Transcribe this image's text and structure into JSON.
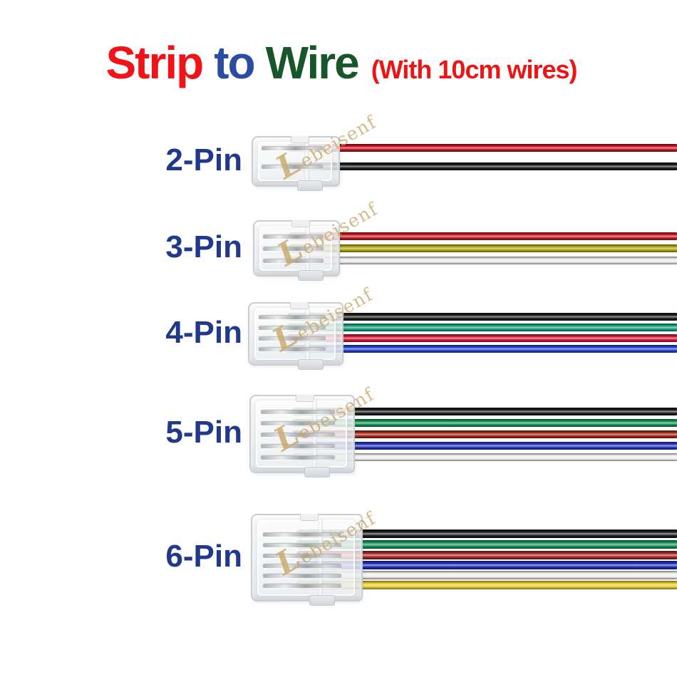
{
  "title": {
    "segments": [
      {
        "text": "Strip",
        "color": "#f01418"
      },
      {
        "text": "to",
        "color": "#2b4da1"
      },
      {
        "text": "Wire",
        "color": "#17562b"
      }
    ],
    "note": {
      "text": "(With 10cm wires)",
      "color": "#ee1414"
    }
  },
  "label_color": "#21398b",
  "watermark": {
    "logo": "L",
    "text": "ebeisenf",
    "color": "#c8a96b"
  },
  "rows": [
    {
      "label": "2-Pin",
      "pins": 2,
      "wires": [
        {
          "name": "red",
          "hex": "#c1121f"
        },
        {
          "name": "black",
          "hex": "#1b1b1b"
        }
      ]
    },
    {
      "label": "3-Pin",
      "pins": 3,
      "wires": [
        {
          "name": "red",
          "hex": "#c1151c"
        },
        {
          "name": "olive-yellow",
          "hex": "#ada309"
        },
        {
          "name": "white",
          "hex": "#e9e9e9"
        }
      ]
    },
    {
      "label": "4-Pin",
      "pins": 4,
      "wires": [
        {
          "name": "black",
          "hex": "#1b1b1b"
        },
        {
          "name": "teal-green",
          "hex": "#0f9f78"
        },
        {
          "name": "red",
          "hex": "#d01530"
        },
        {
          "name": "blue",
          "hex": "#2140cb"
        }
      ]
    },
    {
      "label": "5-Pin",
      "pins": 5,
      "wires": [
        {
          "name": "black",
          "hex": "#1b1b1b"
        },
        {
          "name": "green",
          "hex": "#128d4e"
        },
        {
          "name": "dark-red",
          "hex": "#9e2619"
        },
        {
          "name": "blue",
          "hex": "#2334b6"
        },
        {
          "name": "white",
          "hex": "#eeeeee"
        }
      ]
    },
    {
      "label": "6-Pin",
      "pins": 6,
      "wires": [
        {
          "name": "black",
          "hex": "#1b1b1b"
        },
        {
          "name": "green",
          "hex": "#0f9155"
        },
        {
          "name": "dark-red",
          "hex": "#a32622"
        },
        {
          "name": "blue",
          "hex": "#1d2fb6"
        },
        {
          "name": "white",
          "hex": "#eeeeee"
        },
        {
          "name": "yellow",
          "hex": "#e7ca2a"
        }
      ]
    }
  ]
}
